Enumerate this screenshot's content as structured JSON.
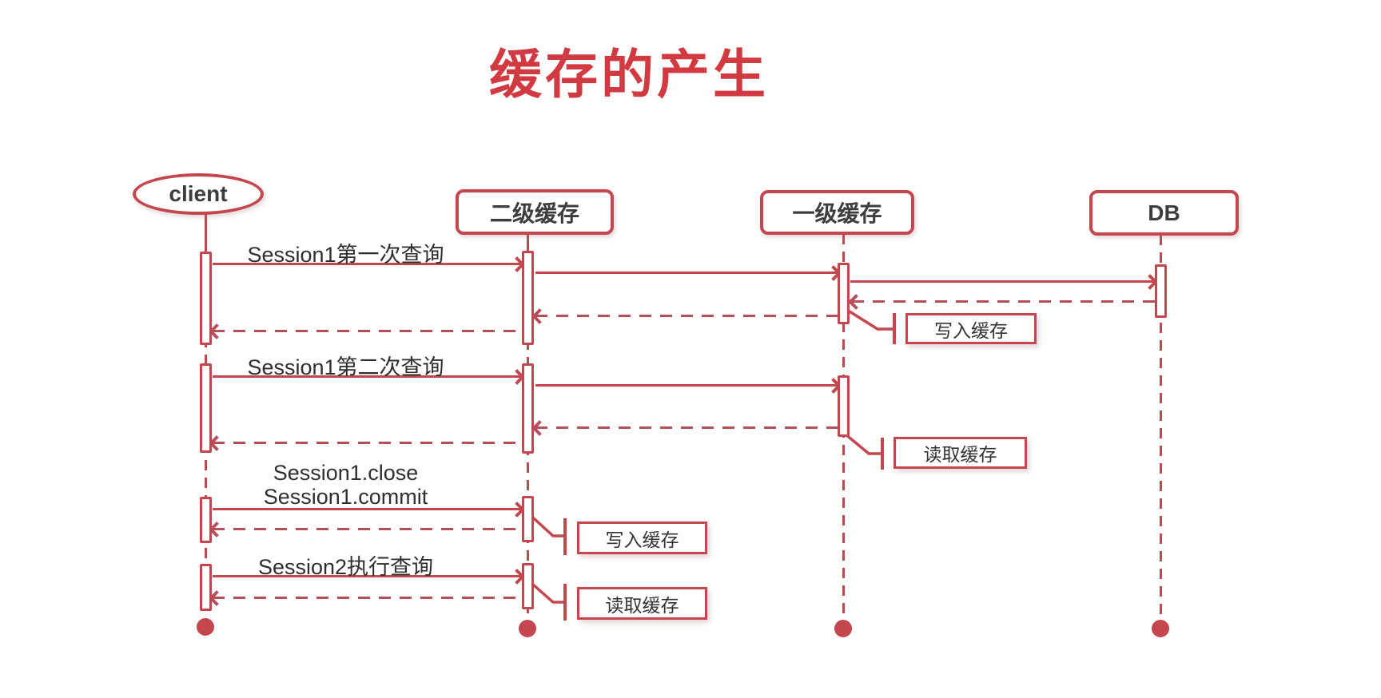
{
  "title": "缓存的产生",
  "actors": {
    "client": "client",
    "l2_cache": "二级缓存",
    "l1_cache": "一级缓存",
    "db": "DB"
  },
  "messages": {
    "s1_first_query": "Session1第一次查询",
    "s1_second_query": "Session1第二次查询",
    "s1_close": "Session1.close",
    "s1_commit": "Session1.commit",
    "s2_query": "Session2执行查询"
  },
  "notes": {
    "l1_write": "写入缓存",
    "l1_read": "读取缓存",
    "l2_write": "写入缓存",
    "l2_read": "读取缓存"
  },
  "colors": {
    "line_red": "#c4474f",
    "dashed_return_red": "#b5505a",
    "title_red": "#d13a41",
    "text_dark": "#2f2f2f"
  }
}
